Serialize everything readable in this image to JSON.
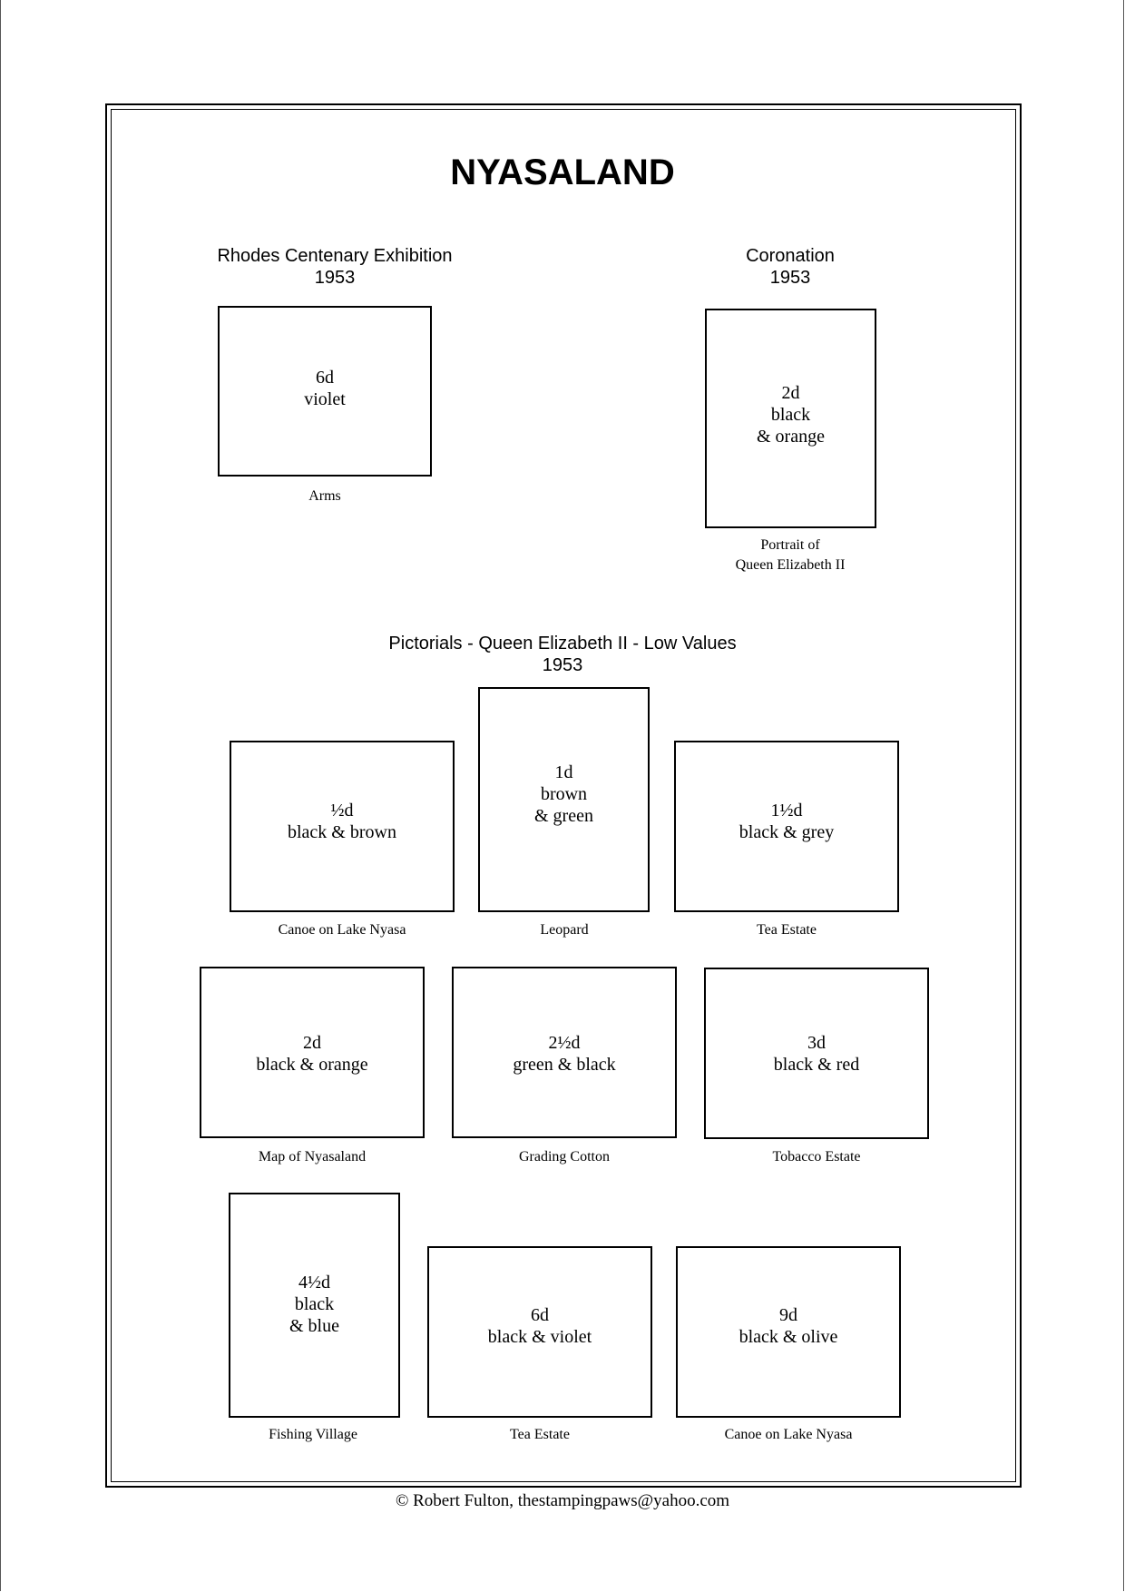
{
  "page": {
    "title": "NYASALAND",
    "footer": "©  Robert Fulton, thestampingpaws@yahoo.com"
  },
  "sections": {
    "rhodes": {
      "heading": "Rhodes Centenary Exhibition",
      "year": "1953"
    },
    "coronation": {
      "heading": "Coronation",
      "year": "1953"
    },
    "pictorials": {
      "heading": "Pictorials - Queen Elizabeth II - Low Values",
      "year": "1953"
    }
  },
  "stamps": {
    "arms": {
      "value": "6d",
      "color_line1": "violet",
      "caption": "Arms"
    },
    "coronation": {
      "value": "2d",
      "color_line1": "black",
      "color_line2": "& orange",
      "caption_line1": "Portrait of",
      "caption_line2": "Queen Elizabeth II"
    },
    "halfpenny": {
      "value": "½d",
      "color_line1": "black & brown",
      "caption": "Canoe on Lake Nyasa"
    },
    "one_penny": {
      "value": "1d",
      "color_line1": "brown",
      "color_line2": "& green",
      "caption": "Leopard"
    },
    "one_half_penny": {
      "value": "1½d",
      "color_line1": "black & grey",
      "caption": "Tea Estate"
    },
    "two_pence": {
      "value": "2d",
      "color_line1": "black & orange",
      "caption": "Map of Nyasaland"
    },
    "two_half_pence": {
      "value": "2½d",
      "color_line1": "green & black",
      "caption": "Grading Cotton"
    },
    "three_pence": {
      "value": "3d",
      "color_line1": "black & red",
      "caption": "Tobacco Estate"
    },
    "four_half_pence": {
      "value": "4½d",
      "color_line1": "black",
      "color_line2": "& blue",
      "caption": "Fishing Village"
    },
    "six_pence": {
      "value": "6d",
      "color_line1": "black & violet",
      "caption": "Tea Estate"
    },
    "nine_pence": {
      "value": "9d",
      "color_line1": "black & olive",
      "caption": "Canoe on Lake Nyasa"
    }
  }
}
